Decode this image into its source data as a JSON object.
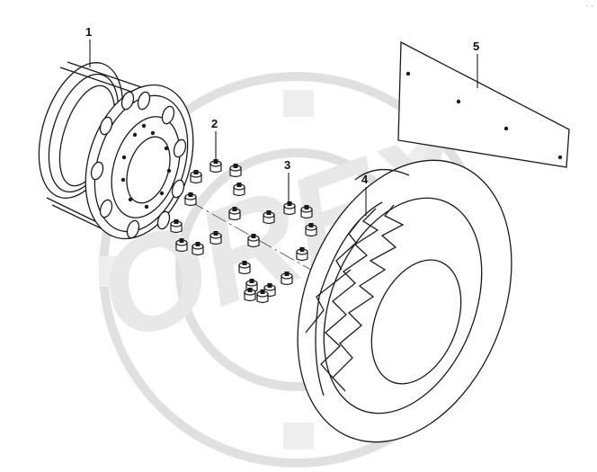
{
  "callouts": [
    {
      "id": "1",
      "part": "wheel-rim"
    },
    {
      "id": "2",
      "part": "wheel-nut"
    },
    {
      "id": "3",
      "part": "wheel-nut-set"
    },
    {
      "id": "4",
      "part": "tire"
    },
    {
      "id": "5",
      "part": "mud-flap"
    }
  ],
  "watermark": {
    "text": "OREX",
    "color": "#e6e6e6"
  },
  "corner_mark": "- -",
  "colors": {
    "line": "#1a1a1a",
    "watermark": "#e3e3e3"
  }
}
